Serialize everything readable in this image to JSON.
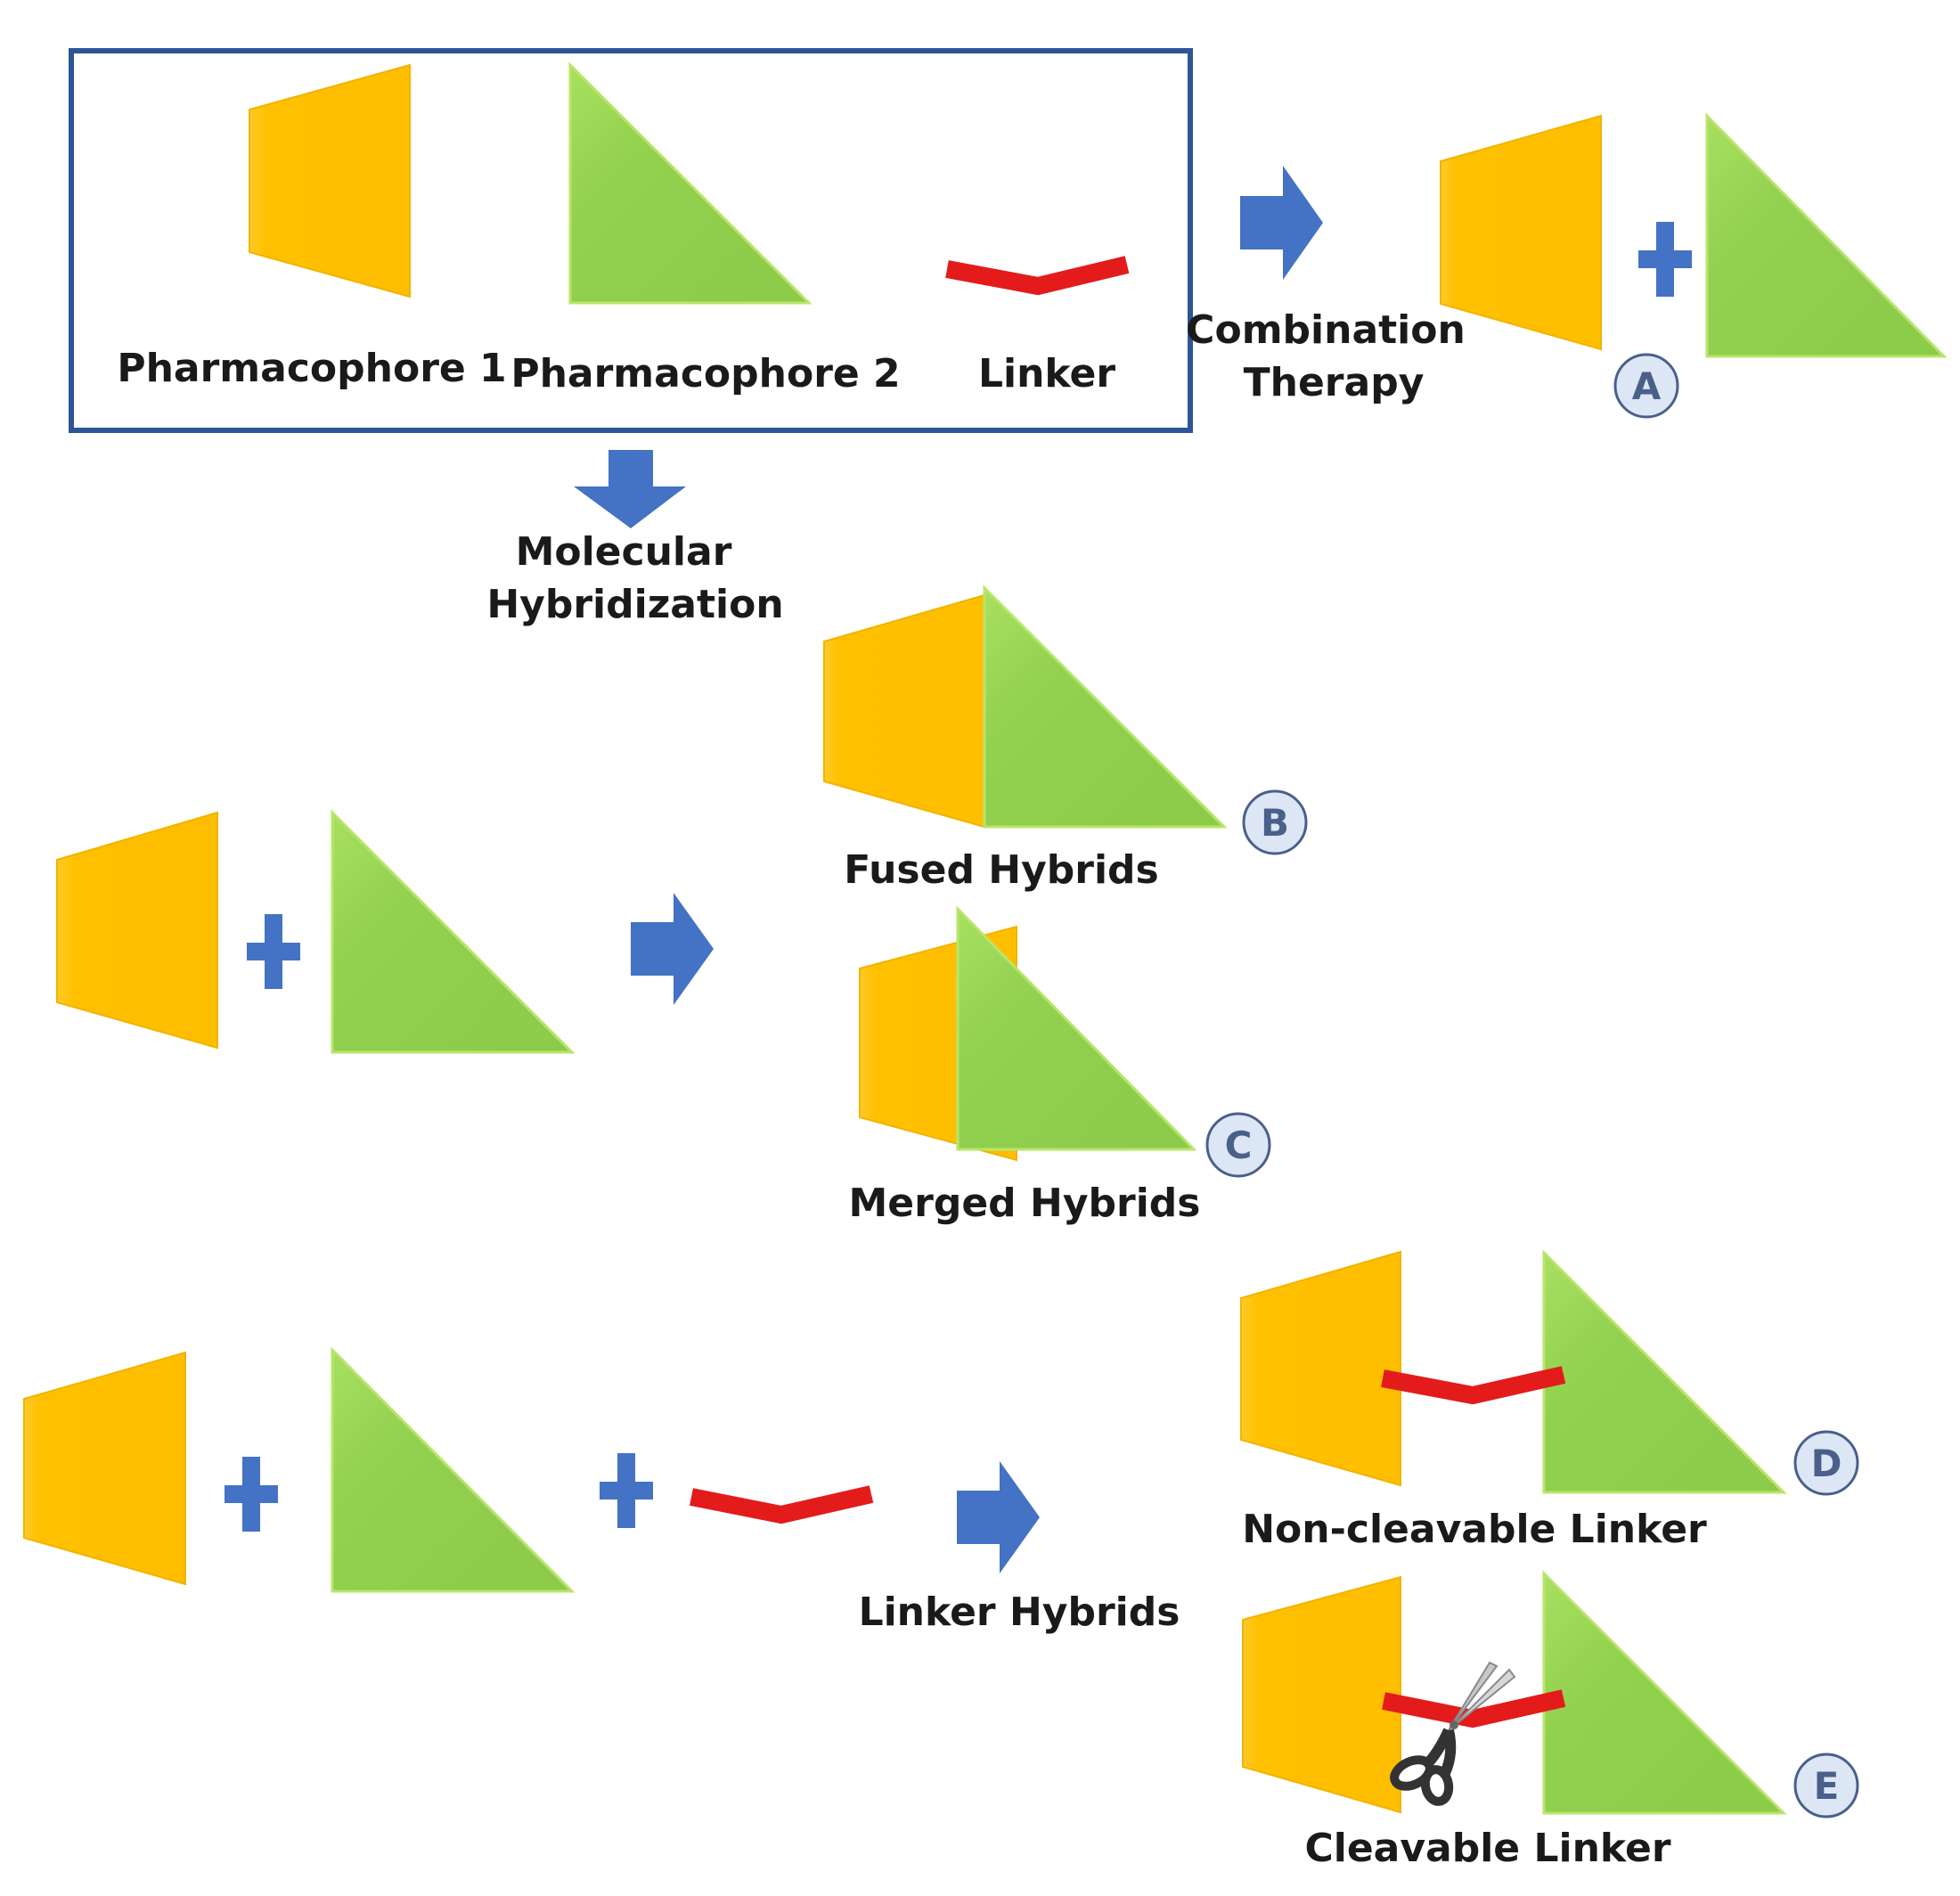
{
  "legend": {
    "pharmacophore1_label": "Pharmacophore 1",
    "pharmacophore2_label": "Pharmacophore 2",
    "linker_label": "Linker"
  },
  "routes": {
    "combination_therapy": {
      "line1": "Combination",
      "line2": "Therapy"
    },
    "molecular_hybridization": {
      "line1": "Molecular",
      "line2": "Hybridization"
    },
    "linker_hybrids": "Linker  Hybrids"
  },
  "results": {
    "A": {
      "badge": "A"
    },
    "B": {
      "badge": "B",
      "label": "Fused  Hybrids"
    },
    "C": {
      "badge": "C",
      "label": "Merged  Hybrids"
    },
    "D": {
      "badge": "D",
      "label": "Non-cleavable Linker"
    },
    "E": {
      "badge": "E",
      "label": "Cleavable Linker"
    }
  },
  "colors": {
    "pharmacophore1": "#ffc000",
    "pharmacophore2": "#92d050",
    "linker": "#e31b1b",
    "arrow": "#4472c4",
    "box_border": "#2e5597",
    "badge_fill": "#dce6f5",
    "badge_border": "#4a5f8a"
  },
  "icons": {
    "arrow": "block-arrow-icon",
    "plus": "plus-icon",
    "scissors": "scissors-icon"
  }
}
